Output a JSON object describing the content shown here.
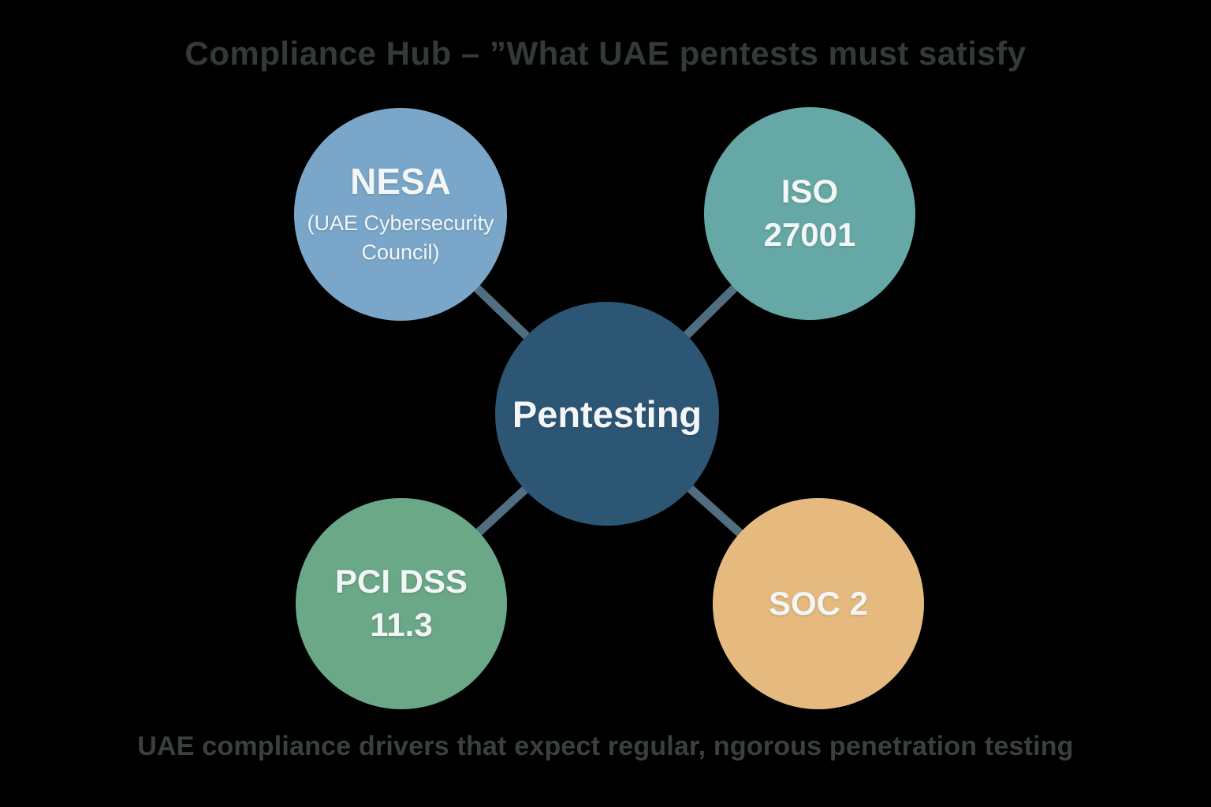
{
  "title": "Compliance Hub – ”What UAE pentests must satisfy",
  "caption": "UAE compliance drivers that expect regular, ngorous penetration testing",
  "colors": {
    "background": "#000000",
    "heading_text": "#343a3a",
    "caption_text": "#3a4040",
    "connector": "#516d80",
    "node_text": "#f3f6f7"
  },
  "hub": {
    "label": "Pentesting",
    "color": "#2c5674"
  },
  "spokes": [
    {
      "name": "nesa",
      "title": "NESA",
      "subtitle": "(UAE Cybersecurity Council)",
      "color": "#7aa7c9"
    },
    {
      "name": "iso-27001",
      "line1": "ISO",
      "line2": "27001",
      "color": "#66a8a5"
    },
    {
      "name": "pci-dss",
      "line1": "PCI DSS",
      "line2": "11.3",
      "color": "#6aa887"
    },
    {
      "name": "soc-2",
      "line1": "SOC 2",
      "color": "#e6ba7e"
    }
  ]
}
